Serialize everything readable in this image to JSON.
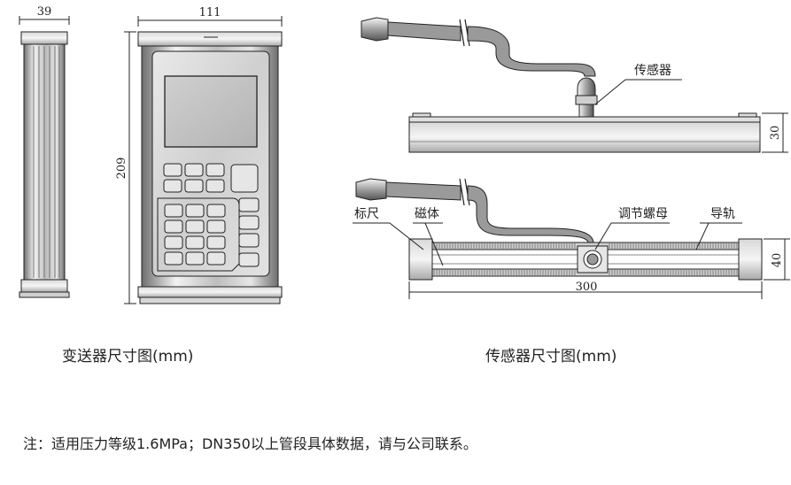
{
  "transmitter": {
    "dim_width_side": "39",
    "dim_width_front": "111",
    "dim_height": "209",
    "caption": "变送器尺寸图(mm)"
  },
  "sensor": {
    "label_sensor": "传感器",
    "dim_height_top": "30",
    "label_scale": "标尺",
    "label_magnet": "磁体",
    "label_nut": "调节螺母",
    "label_rail": "导轨",
    "dim_height_bottom": "40",
    "dim_length": "300",
    "caption": "传感器尺寸图(mm)"
  },
  "note": "注：适用压力等级1.6MPa；DN350以上管段具体数据，请与公司联系。",
  "colors": {
    "line": "#222222",
    "metal_light": "#e8e8e8",
    "metal_mid": "#bdbdbd",
    "metal_dark": "#7a7a7a",
    "cable": "#9a9a9a"
  }
}
